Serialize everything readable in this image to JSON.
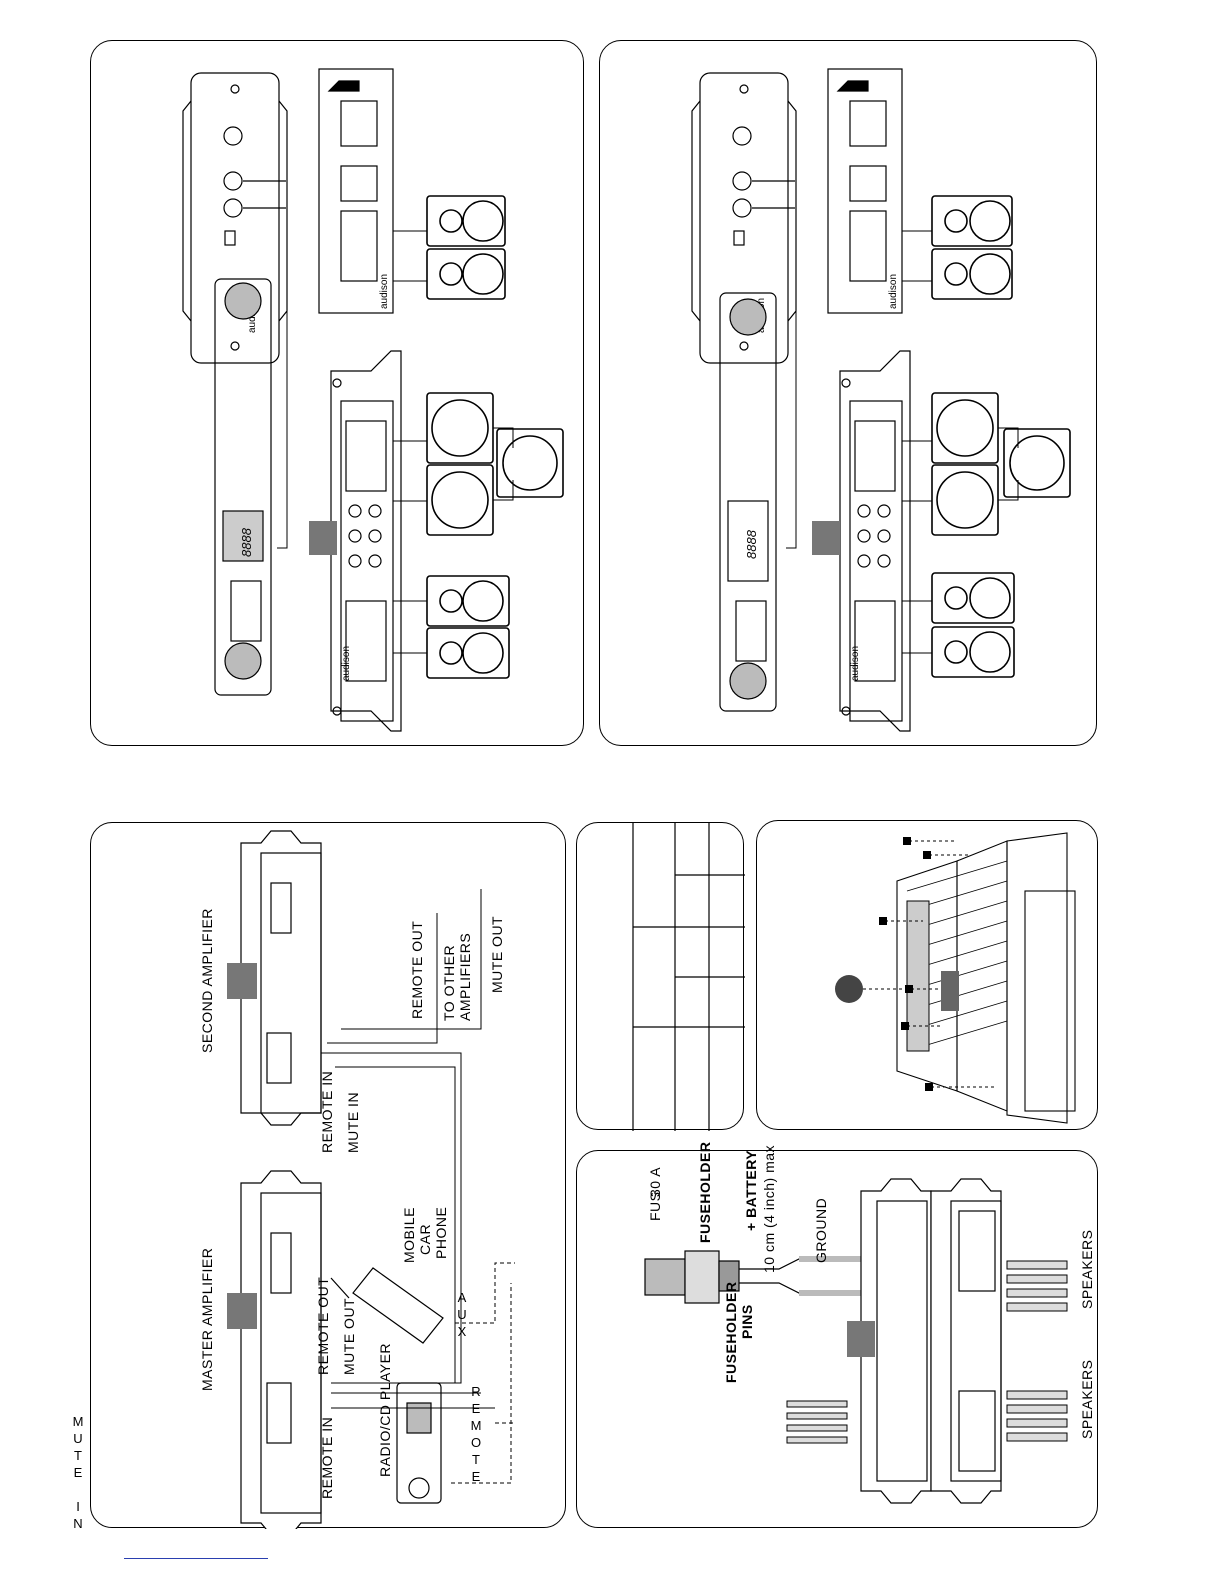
{
  "connection_panel": {
    "master_amplifier": "MASTER  AMPLIFIER",
    "second_amplifier": "SECOND AMPLIFIER",
    "remote_in_1": "REMOTE IN",
    "remote_out_1": "REMOTE OUT",
    "mute_out_1": "MUTE OUT",
    "radio_cd_player": "RADIO/CD  PLAYER",
    "remote_letters": [
      "R",
      "E",
      "M",
      "O",
      "T",
      "E"
    ],
    "mute_in_letters": [
      "M",
      "U",
      "T",
      "E",
      "",
      "I",
      "N"
    ],
    "mobile_car_phone": [
      "MOBILE",
      "CAR",
      "PHONE"
    ],
    "aux_letters": [
      "A",
      "U",
      "X"
    ],
    "remote_in_2": "REMOTE IN",
    "mute_in_2": "MUTE IN",
    "remote_out_2": "REMOTE OUT",
    "to_other_amplifiers": [
      "TO OTHER",
      "AMPLIFIERS"
    ],
    "mute_out_2": "MUTE OUT",
    "brand": "audison"
  },
  "power_panel": {
    "fus": "FUS",
    "fuse_rating": "30 A",
    "fuseholder": "FUSEHOLDER",
    "fuseholder_pins": [
      "FUSEHOLDER",
      "PINS"
    ],
    "battery": "+ BATTERY",
    "cable_length": "10 cm (4 inch) max",
    "ground": "GROUND",
    "speakers_1": "SPEAKERS",
    "speakers_2": "SPEAKERS"
  },
  "display": {
    "digits": "8888"
  }
}
